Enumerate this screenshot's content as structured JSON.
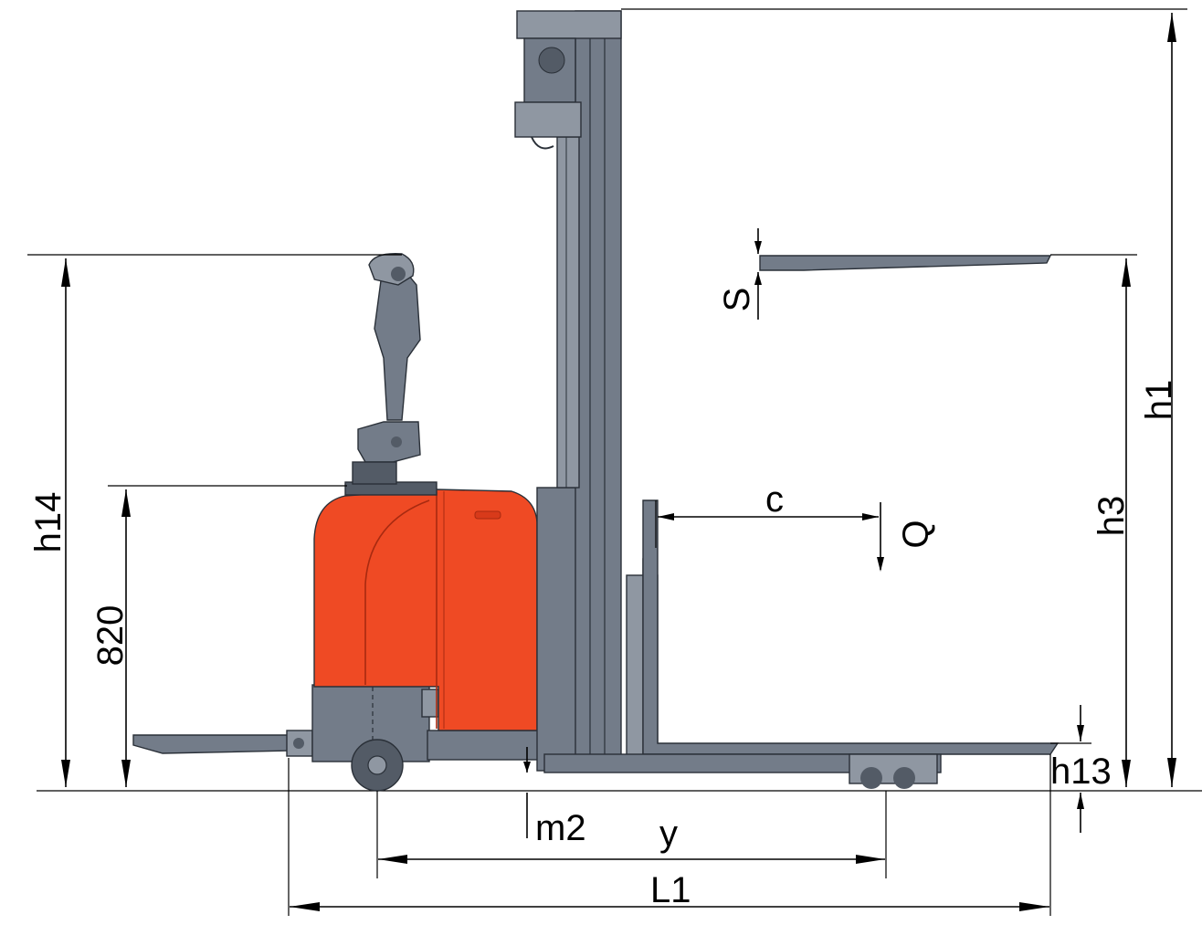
{
  "colors": {
    "body_red": "#ef4a24",
    "body_red_dark": "#d83a1a",
    "steel_gray": "#737c89",
    "steel_gray_dark": "#535b66",
    "steel_gray_light": "#8f97a2",
    "line": "#000000",
    "background": "#ffffff"
  },
  "labels": {
    "h1": "h1",
    "h3": "h3",
    "h13": "h13",
    "h14": "h14",
    "height_820": "820",
    "s": "S",
    "c": "c",
    "q": "Q",
    "m2": "m2",
    "y": "y",
    "l1": "L1"
  }
}
